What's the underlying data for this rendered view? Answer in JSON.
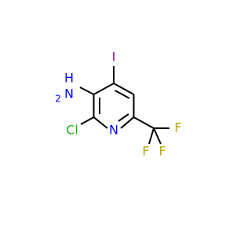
{
  "molecule": {
    "atoms": {
      "iodine": {
        "label": "I",
        "color": "#940094"
      },
      "amine_h": {
        "label": "H",
        "color": "#0000ff"
      },
      "amine_h2": {
        "label": "2",
        "color": "#0000ff"
      },
      "amine_n": {
        "label": "N",
        "color": "#0000ff"
      },
      "chlorine": {
        "label": "Cl",
        "color": "#1fb51f"
      },
      "ring_n": {
        "label": "N",
        "color": "#0000ff"
      },
      "fluorine_right": {
        "label": "F",
        "color": "#b3a800"
      },
      "fluorine_bottom_left": {
        "label": "F",
        "color": "#b3a800"
      },
      "fluorine_bottom_right": {
        "label": "F",
        "color": "#b3a800"
      }
    },
    "bond_color": "#000000"
  }
}
